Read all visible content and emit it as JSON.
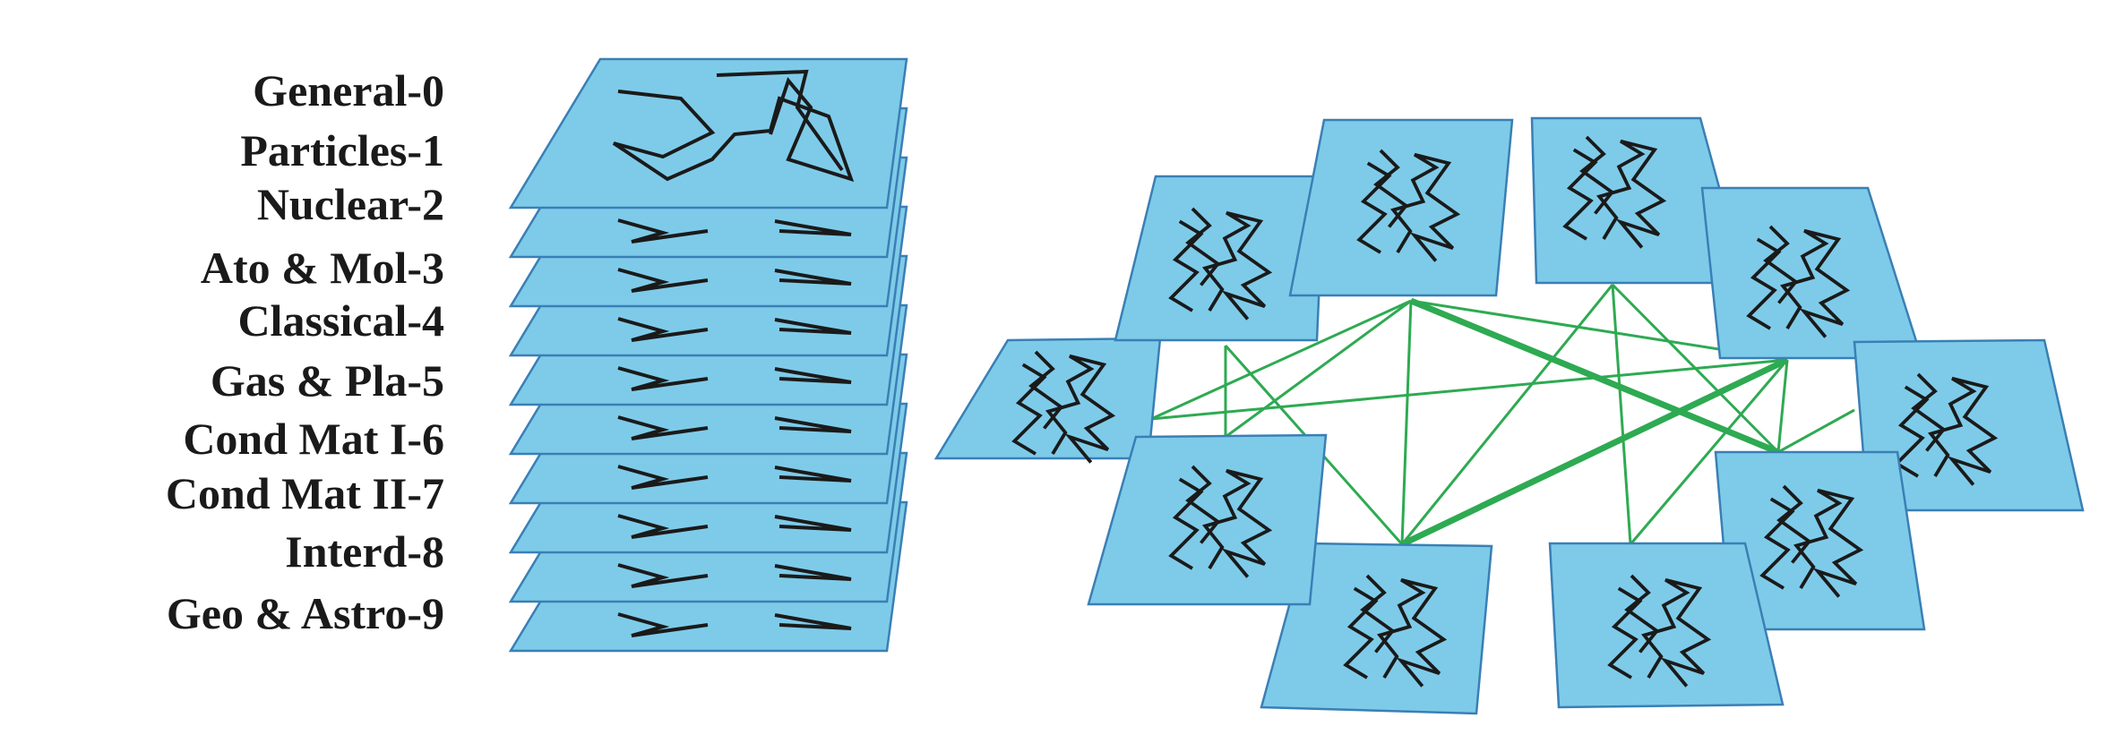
{
  "layers": [
    {
      "label": "General-0"
    },
    {
      "label": "Particles-1"
    },
    {
      "label": "Nuclear-2"
    },
    {
      "label": "Ato & Mol-3"
    },
    {
      "label": "Classical-4"
    },
    {
      "label": "Gas & Pla-5"
    },
    {
      "label": "Cond Mat I-6"
    },
    {
      "label": "Cond Mat II-7"
    },
    {
      "label": "Interd-8"
    },
    {
      "label": "Geo & Astro-9"
    }
  ],
  "colors": {
    "plane_fill": "#7ecbe9",
    "plane_stroke": "#3a7fb5",
    "network_edges": "#1a1a1a",
    "interlayer_links": "#2eaa52"
  }
}
